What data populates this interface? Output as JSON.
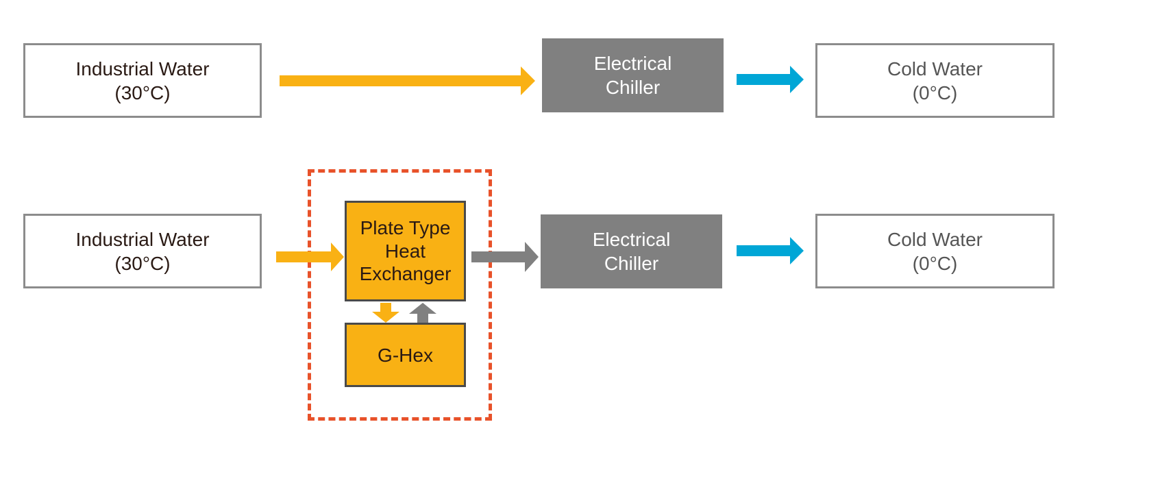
{
  "colors": {
    "warm_flow": "#f9b114",
    "cold_flow": "#00a6d6",
    "chiller_fill": "#808080",
    "return_flow": "#808080",
    "boundary": "#e8522a",
    "box_border": "#8c8c8c",
    "text_dark": "#2a1a14"
  },
  "row_conventional": {
    "source": {
      "line1": "Industrial Water",
      "line2": "(30°C)"
    },
    "chiller": {
      "line1": "Electrical",
      "line2": "Chiller"
    },
    "output": {
      "line1": "Cold Water",
      "line2": "(0°C)"
    }
  },
  "row_with_ghex": {
    "source": {
      "line1": "Industrial Water",
      "line2": "(30°C)"
    },
    "heat_exchanger": {
      "line1": "Plate Type",
      "line2": "Heat",
      "line3": "Exchanger"
    },
    "ghex": {
      "label": "G-Hex"
    },
    "chiller": {
      "line1": "Electrical",
      "line2": "Chiller"
    },
    "output": {
      "line1": "Cold Water",
      "line2": "(0°C)"
    }
  },
  "icons": {
    "flow_arrow": "arrow-right-icon",
    "down_arrow": "arrow-down-icon",
    "up_arrow": "arrow-up-icon"
  }
}
